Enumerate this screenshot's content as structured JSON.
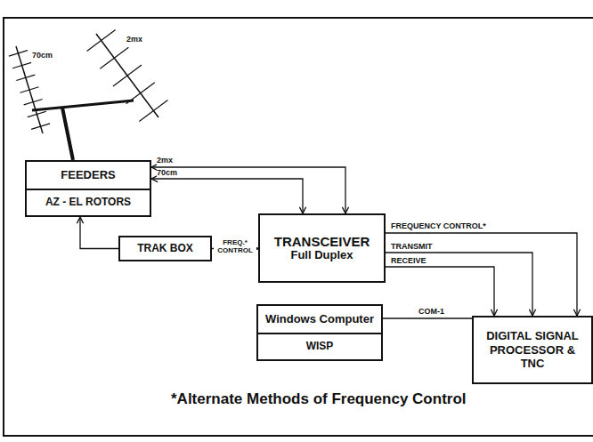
{
  "diagram": {
    "caption": "*Alternate Methods of Frequency Control",
    "nodes": [
      {
        "text": [
          "FEEDERS"
        ]
      },
      {
        "text": [
          "AZ - EL ROTORS"
        ]
      },
      {
        "text": [
          "TRAK BOX"
        ]
      },
      {
        "text": [
          "TRANSCEIVER",
          "Full Duplex"
        ]
      },
      {
        "text": [
          "Windows Computer"
        ]
      },
      {
        "text": [
          "WISP"
        ]
      },
      {
        "text": [
          "DIGITAL SIGNAL PROCESSOR & TNC"
        ]
      }
    ],
    "edges": [
      {
        "from": 0,
        "to": 3,
        "label": "2mx",
        "arrow": "both"
      },
      {
        "from": 0,
        "to": 3,
        "label": "70cm",
        "arrow": "both"
      },
      {
        "from": 2,
        "to": 1,
        "arrow": "to"
      },
      {
        "from": 2,
        "to": 3,
        "label": "FREQ.* CONTROL",
        "arrow": "to"
      },
      {
        "from": 3,
        "to": 6,
        "label": "FREQUENCY CONTROL*",
        "arrow": "to"
      },
      {
        "from": 3,
        "to": 6,
        "label": "TRANSMIT",
        "arrow": "to"
      },
      {
        "from": 3,
        "to": 6,
        "label": "RECEIVE",
        "arrow": "to"
      },
      {
        "from": 4,
        "to": 6,
        "label": "COM-1",
        "arrow": "none"
      }
    ],
    "labels": [
      "70cm",
      "2mx"
    ]
  }
}
